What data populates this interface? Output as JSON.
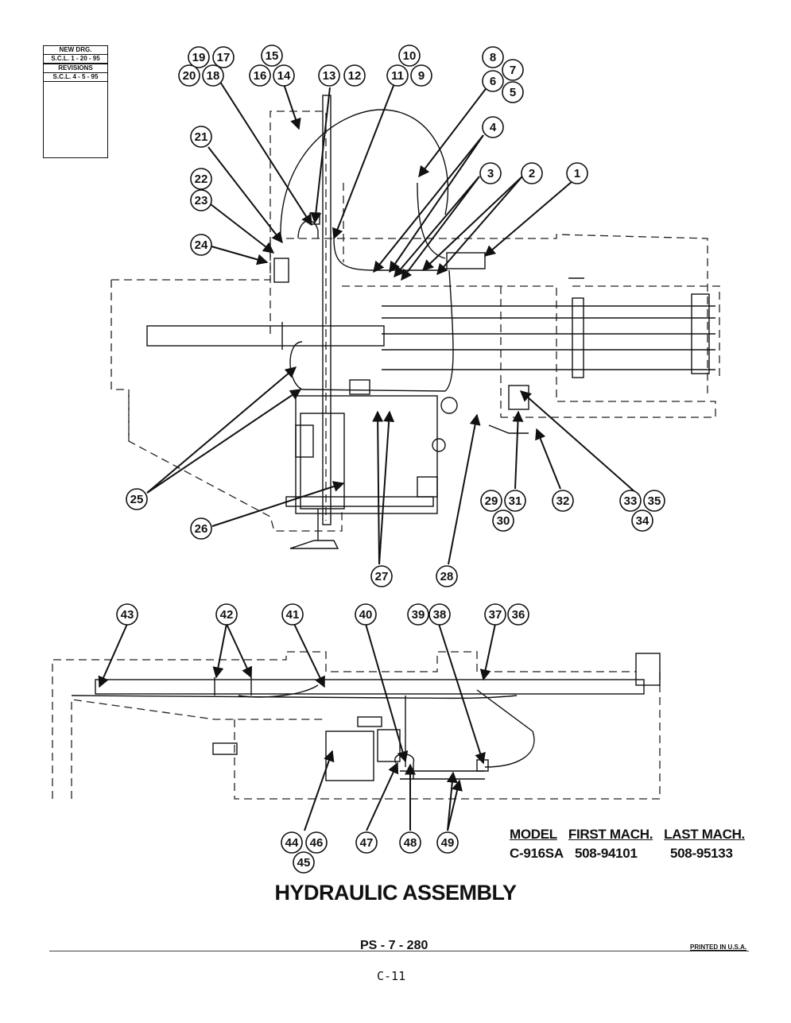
{
  "revision_box": {
    "new_drg": "NEW DRG.",
    "new_drg_date": "S.C.L. 1 - 20 - 95",
    "revisions": "REVISIONS",
    "revision_date": "S.C.L. 4 - 5 - 95"
  },
  "callouts": [
    "19",
    "17",
    "20",
    "18",
    "15",
    "16",
    "14",
    "13",
    "12",
    "10",
    "11",
    "9",
    "8",
    "7",
    "6",
    "5",
    "4",
    "3",
    "2",
    "1",
    "21",
    "22",
    "23",
    "24",
    "25",
    "26",
    "27",
    "28",
    "29",
    "31",
    "30",
    "32",
    "33",
    "35",
    "34",
    "43",
    "42",
    "41",
    "40",
    "39",
    "38",
    "37",
    "36",
    "44",
    "46",
    "45",
    "47",
    "48",
    "49"
  ],
  "model_table": {
    "headers": [
      "MODEL",
      "FIRST MACH.",
      "LAST MACH."
    ],
    "row": [
      "C-916SA",
      "508-94101",
      "508-95133"
    ]
  },
  "title": "HYDRAULIC ASSEMBLY",
  "drawing_number": "PS - 7 - 280",
  "printed": "PRINTED IN U.S.A.",
  "page_number": "C-11"
}
